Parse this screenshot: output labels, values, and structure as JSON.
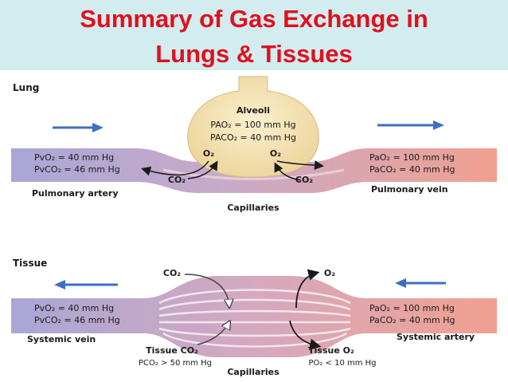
{
  "title": {
    "line1": "Summary of Gas Exchange in",
    "line2": "Lungs & Tissues"
  },
  "lung": {
    "section_label": "Lung",
    "alveoli_label": "Alveoli",
    "alveolar_po2": "PAO₂ = 100 mm Hg",
    "alveolar_pco2": "PACO₂ = 40 mm Hg",
    "o2_left": "O₂",
    "o2_right": "O₂",
    "co2_left": "CO₂",
    "co2_right": "CO₂",
    "venous_po2": "PvO₂ = 40 mm Hg",
    "venous_pco2": "PvCO₂ = 46 mm Hg",
    "arterial_po2": "PaO₂ = 100 mm Hg",
    "arterial_pco2": "PaCO₂ = 40 mm Hg",
    "pulmonary_artery": "Pulmonary artery",
    "pulmonary_vein": "Pulmonary vein",
    "capillaries": "Capillaries"
  },
  "tissue": {
    "section_label": "Tissue",
    "co2_top": "CO₂",
    "o2_top": "O₂",
    "venous_po2": "PvO₂ = 40 mm Hg",
    "venous_pco2": "PvCO₂ = 46 mm Hg",
    "arterial_po2": "PaO₂ = 100 mm Hg",
    "arterial_pco2": "PaCO₂ = 40 mm Hg",
    "systemic_vein": "Systemic vein",
    "systemic_artery": "Systemic artery",
    "tissue_co2_label": "Tissue CO₂",
    "tissue_pco2": "PCO₂ > 50 mm Hg",
    "tissue_o2_label": "Tissue O₂",
    "tissue_po2": "PO₂ < 10 mm Hg",
    "capillaries": "Capillaries"
  },
  "colors": {
    "title": "#e0101d",
    "title_band": "#d3ecef",
    "venous_blue": "#a9a6d6",
    "arterial_red": "#f1a08f",
    "alveolus": "#f2dfae",
    "flow_arrow": "#3d6fc4"
  }
}
